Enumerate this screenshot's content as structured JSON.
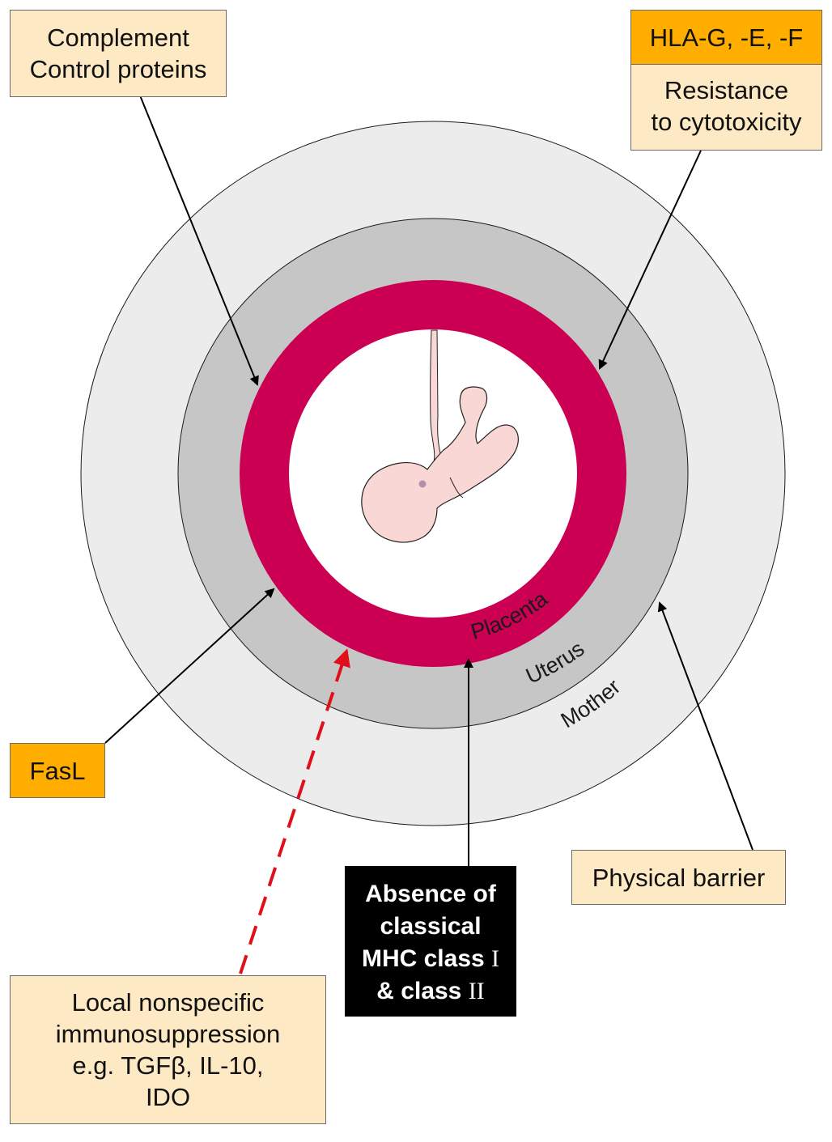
{
  "labels": {
    "placenta": "Placenta",
    "uterus": "Uterus",
    "mother": "Mother"
  },
  "boxes": {
    "complement": {
      "lines": [
        "Complement",
        "Control proteins"
      ]
    },
    "hla": {
      "header": "HLA-G, -E, -F",
      "lines": [
        "Resistance",
        "to cytotoxicity"
      ]
    },
    "fasl": {
      "text": "FasL"
    },
    "physical": {
      "text": "Physical barrier"
    },
    "mhc": {
      "line1": "Absence of",
      "line2": "classical",
      "line3a": "MHC class ",
      "line3b": "I",
      "line4a": "& class ",
      "line4b": "II"
    },
    "local": {
      "lines": [
        "Local nonspecific",
        "immunosuppression",
        "e.g. TGFβ, IL-10,",
        "IDO"
      ]
    }
  },
  "colors": {
    "mother_ring": "#ececec",
    "uterus_ring": "#c6c6c6",
    "placenta_ring": "#cc0052",
    "fetus": "#f9d7d4",
    "label_fill": "#fde9c4",
    "accent_orange": "#ffae00",
    "arrow": "#000000",
    "dashed_arrow": "#e0101a"
  }
}
